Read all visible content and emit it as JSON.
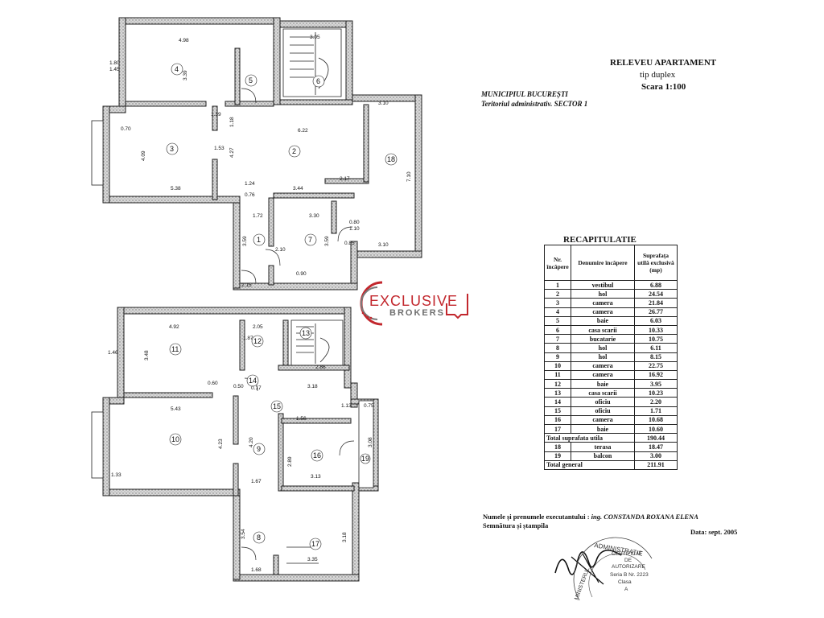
{
  "header": {
    "title": "RELEVEU APARTAMENT",
    "subtitle": "tip duplex",
    "scale": "Scara 1:100",
    "municipality": "MUNICIPIUL BUCUREȘTI",
    "territory": "Teritoriul administrativ. SECTOR 1"
  },
  "recap": {
    "title": "RECAPITULATIE",
    "col_nr": "Nr. încăpere",
    "col_name": "Denumire încăpere",
    "col_area": "Suprafața utilă exclusivă (mp)",
    "rows": [
      {
        "nr": "1",
        "name": "vestibul",
        "area": "6.88"
      },
      {
        "nr": "2",
        "name": "hol",
        "area": "24.54"
      },
      {
        "nr": "3",
        "name": "camera",
        "area": "21.84"
      },
      {
        "nr": "4",
        "name": "camera",
        "area": "26.77"
      },
      {
        "nr": "5",
        "name": "baie",
        "area": "6.03"
      },
      {
        "nr": "6",
        "name": "casa scarii",
        "area": "10.33"
      },
      {
        "nr": "7",
        "name": "bucatarie",
        "area": "10.75"
      },
      {
        "nr": "8",
        "name": "hol",
        "area": "6.11"
      },
      {
        "nr": "9",
        "name": "hol",
        "area": "8.15"
      },
      {
        "nr": "10",
        "name": "camera",
        "area": "22.75"
      },
      {
        "nr": "11",
        "name": "camera",
        "area": "16.92"
      },
      {
        "nr": "12",
        "name": "baie",
        "area": "3.95"
      },
      {
        "nr": "13",
        "name": "casa scarii",
        "area": "10.23"
      },
      {
        "nr": "14",
        "name": "oficiu",
        "area": "2.20"
      },
      {
        "nr": "15",
        "name": "oficiu",
        "area": "1.71"
      },
      {
        "nr": "16",
        "name": "camera",
        "area": "10.68"
      },
      {
        "nr": "17",
        "name": "baie",
        "area": "10.60"
      }
    ],
    "total_useful_label": "Total suprafata utila",
    "total_useful": "190.44",
    "extra_rows": [
      {
        "nr": "18",
        "name": "terasa",
        "area": "18.47"
      },
      {
        "nr": "19",
        "name": "balcon",
        "area": "3.00"
      }
    ],
    "total_general_label": "Total general",
    "total_general": "211.91"
  },
  "signature": {
    "executor_label": "Numele și prenumele executantului :",
    "executor_name": "ing. CONSTANDA ROXANA ELENA",
    "sign_label": "Semnătura și ștampila",
    "date": "Data: sept. 2005"
  },
  "logo": {
    "main": "EXCLUSIVE",
    "sub": "BROKERS",
    "color": "#c2272d"
  },
  "stamp": {
    "line1": "ADMINISTRATIE",
    "line2": "CERTIFICAT",
    "line3": "DE",
    "line4": "AUTORIZARE",
    "line5": "Seria B Nr. 2223",
    "line6": "Clasa",
    "line7": "A",
    "line8": "MINISTERUL"
  },
  "plan": {
    "room_numbers_top": [
      "1",
      "2",
      "3",
      "4",
      "5",
      "6",
      "7",
      "18"
    ],
    "room_numbers_bottom": [
      "8",
      "9",
      "10",
      "11",
      "12",
      "13",
      "14",
      "15",
      "16",
      "17",
      "19"
    ],
    "dims": {
      "d498": "4.98",
      "d305": "3.05",
      "d339": "3.39",
      "d180": "1.80",
      "d145": "1.45",
      "d622": "6.22",
      "d310": "3.10",
      "d409": "4.09",
      "d427": "4.27",
      "d538": "5.38",
      "d710": "7.10",
      "d344": "3.44",
      "d217": "2.17",
      "d172": "1.72",
      "d330": "3.30",
      "d359": "3.59",
      "d359b": "3.59",
      "d310b": "3.10",
      "d492": "4.92",
      "d205": "2.05",
      "d348": "3.48",
      "d286": "2.86",
      "d318": "3.18",
      "d543": "5.43",
      "d423": "4.23",
      "d420": "4.20",
      "d156": "1.56",
      "d289": "2.89",
      "d313": "3.13",
      "d308": "3.08",
      "d167": "1.67",
      "d354": "3.54",
      "d318b": "3.18",
      "d335": "3.35",
      "d168": "1.68",
      "d139": "1.39",
      "d118": "1.18",
      "d153": "1.53",
      "d070": "0.70",
      "d075": "0.75",
      "d085": "0.85",
      "d060": "0.60",
      "d090": "0.90",
      "d080": "0.80",
      "d110": "1.10",
      "d124": "1.24",
      "d076": "0.76",
      "d210": "2.10",
      "d215": "2.15",
      "d187": "1.87",
      "d113": "1.13",
      "d050": "0.50",
      "d017": "0.17",
      "d133": "1.33",
      "d146": "1.46"
    }
  }
}
